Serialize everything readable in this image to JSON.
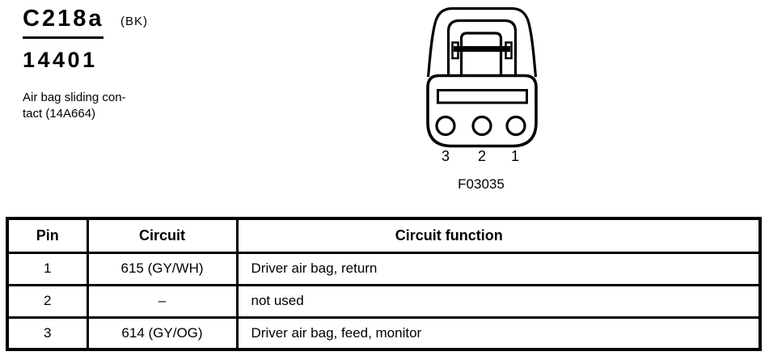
{
  "header": {
    "connector_id": "C218a",
    "connector_color_code": "(BK)",
    "part_number": "14401",
    "description_lines": [
      "Air bag sliding con-",
      "tact (14A664)"
    ]
  },
  "figure": {
    "pin_labels": [
      "3",
      "2",
      "1"
    ],
    "figure_number": "F03035"
  },
  "table": {
    "headers": [
      "Pin",
      "Circuit",
      "Circuit function"
    ],
    "rows": [
      {
        "pin": "1",
        "circuit": "615 (GY/WH)",
        "function": "Driver air bag, return"
      },
      {
        "pin": "2",
        "circuit": "–",
        "function": "not used"
      },
      {
        "pin": "3",
        "circuit": "614 (GY/OG)",
        "function": "Driver air bag, feed, monitor"
      }
    ]
  },
  "colors": {
    "ink": "#000000",
    "paper": "#ffffff"
  }
}
